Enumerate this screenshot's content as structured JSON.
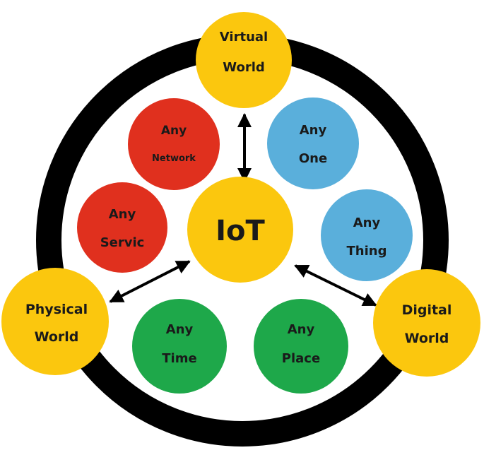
{
  "colors": {
    "ring": "#000000",
    "yellow": "#FBC70E",
    "red": "#E0301E",
    "blue": "#5AAFDB",
    "green": "#1EA84A",
    "text": "#1a1a1a",
    "text_light": "#111111"
  },
  "center": {
    "label": "IoT"
  },
  "worlds": {
    "virtual": {
      "line1": "Virtual",
      "line2": "World"
    },
    "physical": {
      "line1": "Physical",
      "line2": "World"
    },
    "digital": {
      "line1": "Digital",
      "line2": "World"
    }
  },
  "bubbles": {
    "network": {
      "line1": "Any",
      "line2": "Network"
    },
    "one": {
      "line1": "Any",
      "line2": "One"
    },
    "servic": {
      "line1": "Any",
      "line2": "Servic"
    },
    "thing": {
      "line1": "Any",
      "line2": "Thing"
    },
    "time": {
      "line1": "Any",
      "line2": "Time"
    },
    "place": {
      "line1": "Any",
      "line2": "Place"
    }
  }
}
